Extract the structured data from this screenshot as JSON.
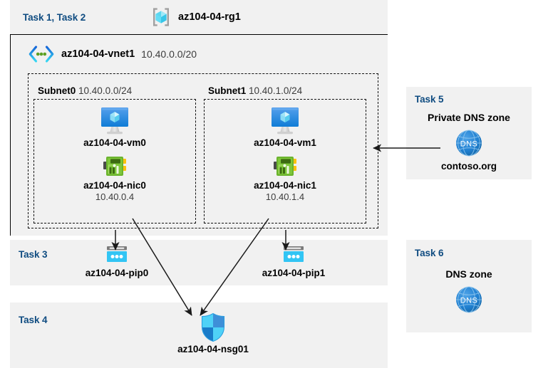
{
  "diagram": {
    "title_groups": {
      "rg_tasks_label": "Task 1, Task 2",
      "task3_label": "Task 3",
      "task4_label": "Task 4",
      "task5_label": "Task 5",
      "task6_label": "Task 6"
    },
    "resource_group": {
      "name": "az104-04-rg1",
      "icon": "resource-group-icon"
    },
    "vnet": {
      "name": "az104-04-vnet1",
      "cidr": "10.40.0.0/20",
      "icon": "virtual-network-icon"
    },
    "subnets": [
      {
        "name": "Subnet0",
        "cidr": "10.40.0.0/24",
        "vm": {
          "name": "az104-04-vm0",
          "icon": "virtual-machine-icon"
        },
        "nic": {
          "name": "az104-04-nic0",
          "ip": "10.40.0.4",
          "icon": "network-interface-icon"
        }
      },
      {
        "name": "Subnet1",
        "cidr": "10.40.1.0/24",
        "vm": {
          "name": "az104-04-vm1",
          "icon": "virtual-machine-icon"
        },
        "nic": {
          "name": "az104-04-nic1",
          "ip": "10.40.1.4",
          "icon": "network-interface-icon"
        }
      }
    ],
    "public_ips": [
      {
        "name": "az104-04-pip0",
        "icon": "public-ip-address-icon"
      },
      {
        "name": "az104-04-pip1",
        "icon": "public-ip-address-icon"
      }
    ],
    "nsg": {
      "name": "az104-04-nsg01",
      "icon": "network-security-group-icon"
    },
    "private_dns": {
      "heading": "Private DNS zone",
      "zone_name": "contoso.org",
      "icon": "dns-zone-icon"
    },
    "public_dns": {
      "heading": "DNS zone",
      "icon": "dns-zone-icon"
    },
    "colors": {
      "task_label": "#0f4c81",
      "panel_background": "#f1f1f1",
      "page_background": "#ffffff",
      "azure_blue": "#0078d4",
      "cyan": "#32c5f4",
      "nic_green": "#6bb32e",
      "dns_blue": "#1f7fd0"
    }
  }
}
